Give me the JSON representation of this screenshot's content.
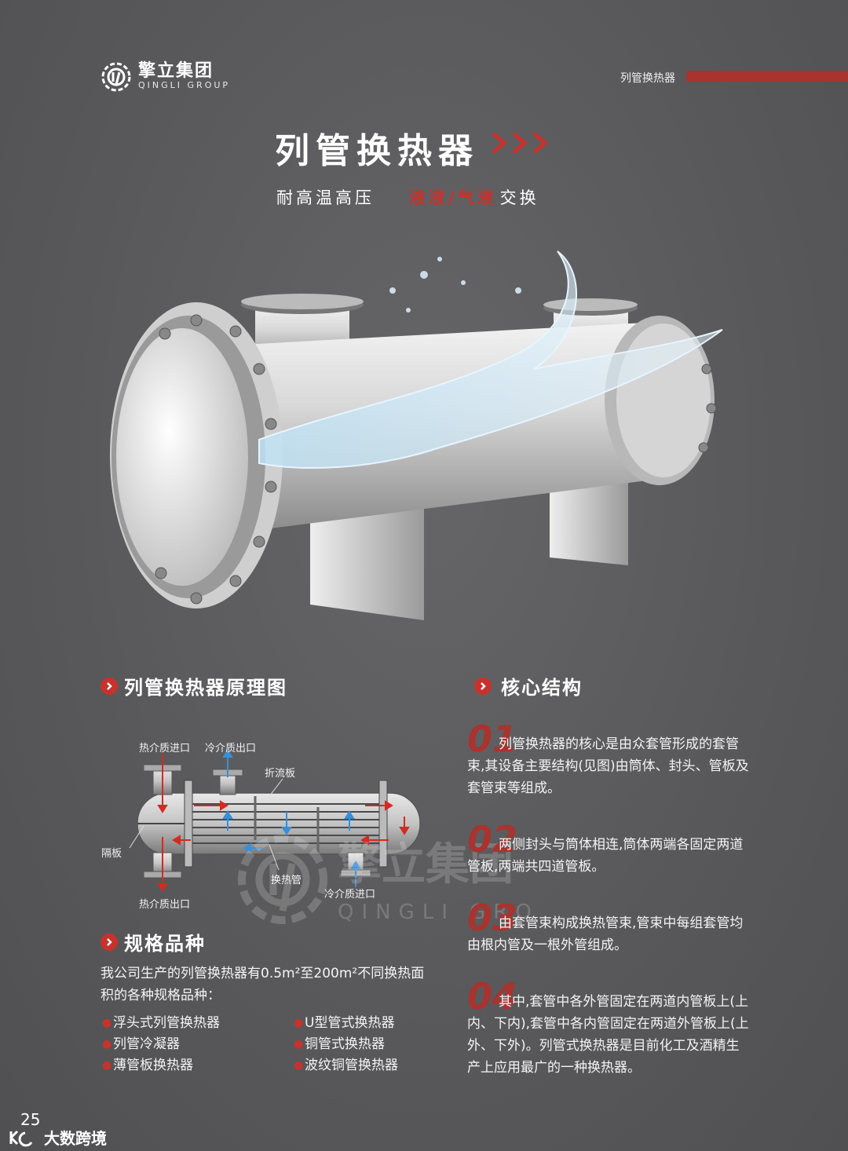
{
  "header": {
    "logo_cn": "擎立集团",
    "logo_en": "QINGLI GROUP",
    "section_label": "列管换热器"
  },
  "hero": {
    "title": "列管换热器",
    "subtitle_white": "耐高温高压",
    "subtitle_red": "液液/气液",
    "subtitle_tail": "交换"
  },
  "principle": {
    "heading": "列管换热器原理图",
    "labels": {
      "hot_in": "热介质进口",
      "cold_out": "冷介质出口",
      "baffle": "折流板",
      "partition": "隔板",
      "tube": "换热管",
      "hot_out": "热介质出口",
      "cold_in": "冷介质进口"
    }
  },
  "specs": {
    "heading": "规格品种",
    "intro": "我公司生产的列管换热器有0.5m²至200m²不同换热面积的各种规格品种：",
    "col1": [
      "浮头式列管换热器",
      "列管冷凝器",
      "薄管板换热器"
    ],
    "col2": [
      "U型管式换热器",
      "铜管式换热器",
      "波纹铜管换热器"
    ]
  },
  "core": {
    "heading": "核心结构",
    "items": [
      {
        "num": "01",
        "text": "列管换热器的核心是由众套管形成的套管束,其设备主要结构(见图)由筒体、封头、管板及套管束等组成。"
      },
      {
        "num": "02",
        "text": "两侧封头与筒体相连,筒体两端各固定两道管板,两端共四道管板。"
      },
      {
        "num": "03",
        "text": "由套管束构成换热管束,管束中每组套管均由根内管及一根外管组成。"
      },
      {
        "num": "04",
        "text": "其中,套管中各外管固定在两道内管板上(上内、下内),套管中各内管固定在两道外管板上(上外、下外)。列管式换热器是目前化工及酒精生产上应用最广的一种换热器。"
      }
    ]
  },
  "footer": {
    "page_number": "25",
    "watermark": "大数跨境"
  },
  "colors": {
    "accent": "#c8322c",
    "background": "#5c5c5e"
  }
}
